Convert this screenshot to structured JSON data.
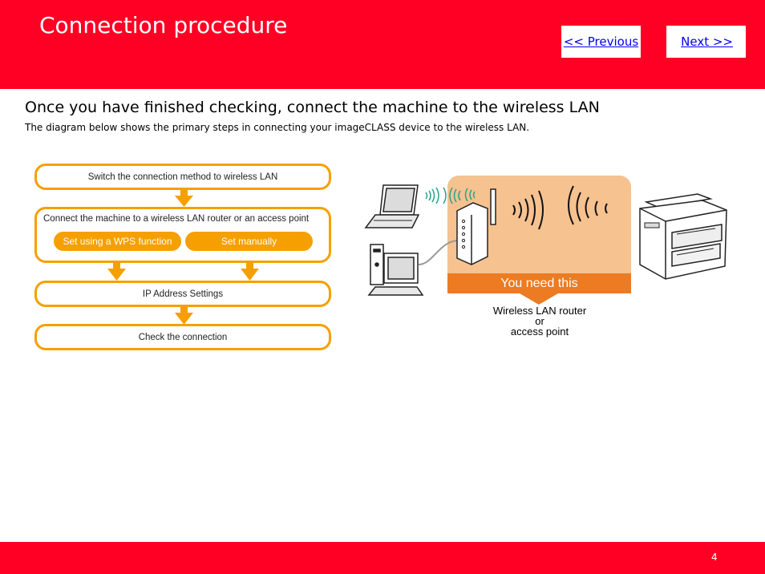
{
  "header": {
    "title": "Connection procedure",
    "prev_label": "<< Previous",
    "next_label": "Next >>"
  },
  "content": {
    "heading": "Once you have finished checking, connect the machine to the wireless LAN",
    "subtext": "The diagram below shows the primary steps in connecting your imageCLASS device to the wireless LAN."
  },
  "flowchart": {
    "step1": "Switch the connection method to wireless LAN",
    "step2": "Connect the machine to a wireless LAN router or an access point",
    "option_wps": "Set using a WPS function",
    "option_manual": "Set manually",
    "step3": "IP Address Settings",
    "step4": "Check the connection"
  },
  "illustration": {
    "need_label": "You need this",
    "router_line1": "Wireless LAN router",
    "router_line2": "or",
    "router_line3": "access point"
  },
  "footer": {
    "page_number": "4"
  },
  "colors": {
    "brand_red": "#ff0024",
    "flow_orange": "#f5a000",
    "panel_peach": "#f6c290",
    "need_orange": "#ec7b22"
  }
}
